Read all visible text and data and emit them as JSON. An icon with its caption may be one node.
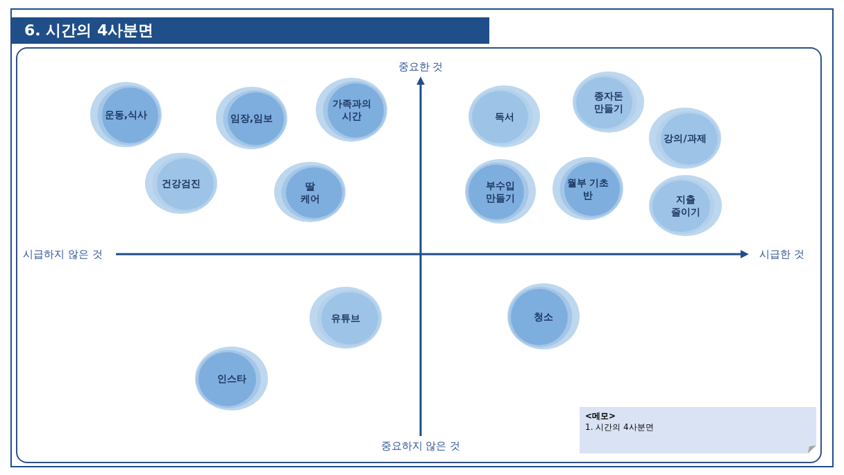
{
  "diagram": {
    "title": "6. 시간의 4사분면",
    "nodes": [
      {
        "text": [
          "운동,식사"
        ]
      },
      {
        "text": [
          "임장,임보"
        ]
      },
      {
        "text": [
          "가족과의 시간"
        ]
      },
      {
        "text": [
          "독서"
        ]
      },
      {
        "text": [
          "종자돈 만들기"
        ]
      },
      {
        "text": [
          "강의/과제"
        ]
      },
      {
        "text": [
          "건강검진"
        ]
      },
      {
        "text": [
          "딸 케어"
        ]
      },
      {
        "text": [
          "부수입 만들기"
        ]
      },
      {
        "text": [
          "월부 기초반"
        ]
      },
      {
        "text": [
          "지출 줄이기"
        ]
      },
      {
        "text": [
          "유튜브"
        ]
      },
      {
        "text": [
          "청소"
        ]
      },
      {
        "text": [
          "인스타"
        ]
      },
      {
        "text": [
          "<메모>",
          "1. 시간의 4사분면"
        ]
      }
    ],
    "labels": [
      "중요한 것",
      "시급하지 않은 것",
      "시급한 것",
      "중요하지 않은 것"
    ]
  }
}
